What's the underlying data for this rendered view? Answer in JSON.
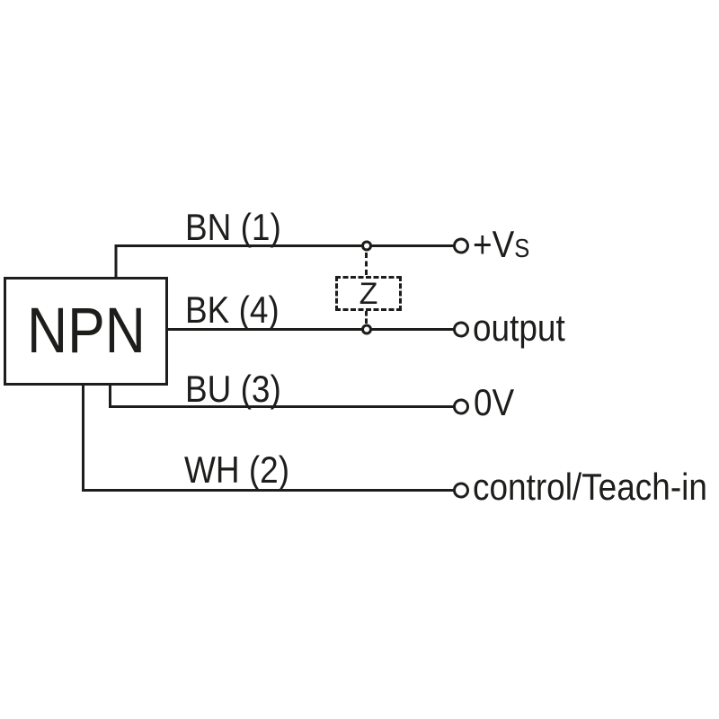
{
  "diagram": {
    "type": "sensor-pin-wiring-diagram",
    "line_color": "#1d1d1b",
    "background_color": "#ffffff"
  },
  "device": {
    "label": "NPN"
  },
  "impedance": {
    "label": "Z",
    "connected_between": [
      "BN (1)",
      "BK (4)"
    ]
  },
  "wires": [
    {
      "color_code": "BN",
      "pin": "1",
      "label": "BN (1)",
      "terminal": "+Vs"
    },
    {
      "color_code": "BK",
      "pin": "4",
      "label": "BK (4)",
      "terminal": "output"
    },
    {
      "color_code": "BU",
      "pin": "3",
      "label": "BU (3)",
      "terminal": "0V"
    },
    {
      "color_code": "WH",
      "pin": "2",
      "label": "WH (2)",
      "terminal": "control/Teach-in"
    }
  ],
  "terminals": [
    {
      "label_main": "+V",
      "label_sub": "S"
    },
    {
      "label_main": "output"
    },
    {
      "label_main": "0V"
    },
    {
      "label_main": "control/Teach-in"
    }
  ]
}
